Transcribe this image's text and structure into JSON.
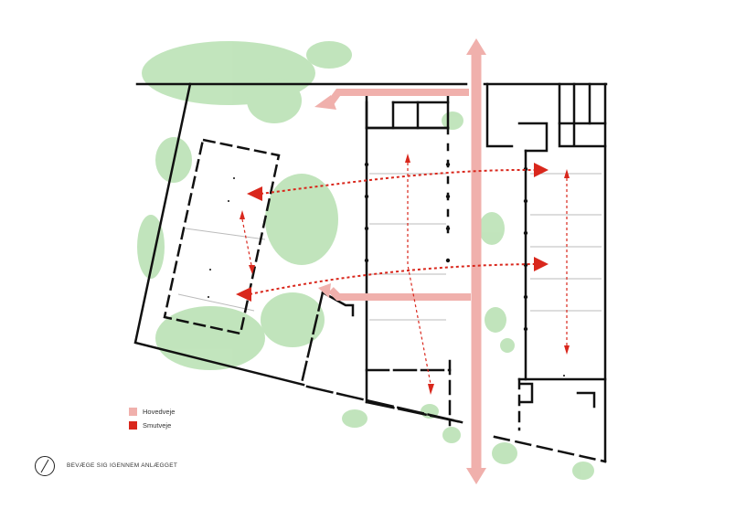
{
  "legend": {
    "items": [
      {
        "label": "Hovedveje",
        "color": "#f0b0ac"
      },
      {
        "label": "Smutveje",
        "color": "#d9271c"
      }
    ]
  },
  "caption": "BEVÆGE SIG IGENNEM ANLÆGGET",
  "icons": {
    "north": "north-arrow-icon"
  },
  "colors": {
    "walls": "#111111",
    "main_route": "#f0b0ac",
    "side_route": "#d9271c",
    "greenery": "#8fcf86",
    "light_walls": "#bbbbbb"
  }
}
